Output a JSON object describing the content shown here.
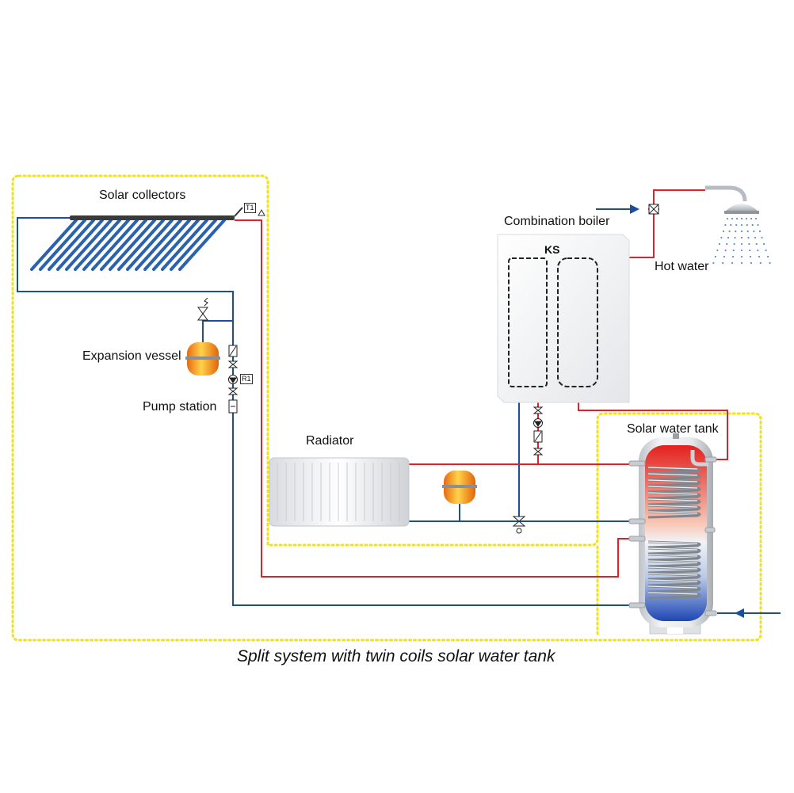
{
  "labels": {
    "solar_collectors": "Solar collectors",
    "combination_boiler": "Combination boiler",
    "boiler_id": "KS",
    "hot_water": "Hot water",
    "expansion_vessel": "Expansion vessel",
    "pump_station": "Pump station",
    "radiator": "Radiator",
    "solar_water_tank": "Solar water tank",
    "sensor_t1": "T1",
    "sensor_r1": "R1"
  },
  "caption": "Split system with twin coils solar water tank",
  "colors": {
    "hot_pipe": "#d9232d",
    "cold_pipe": "#1b4f9c",
    "group_outline": "#f2e21b",
    "collector_tube": "#2a62b0",
    "vessel": "#f39c12"
  }
}
